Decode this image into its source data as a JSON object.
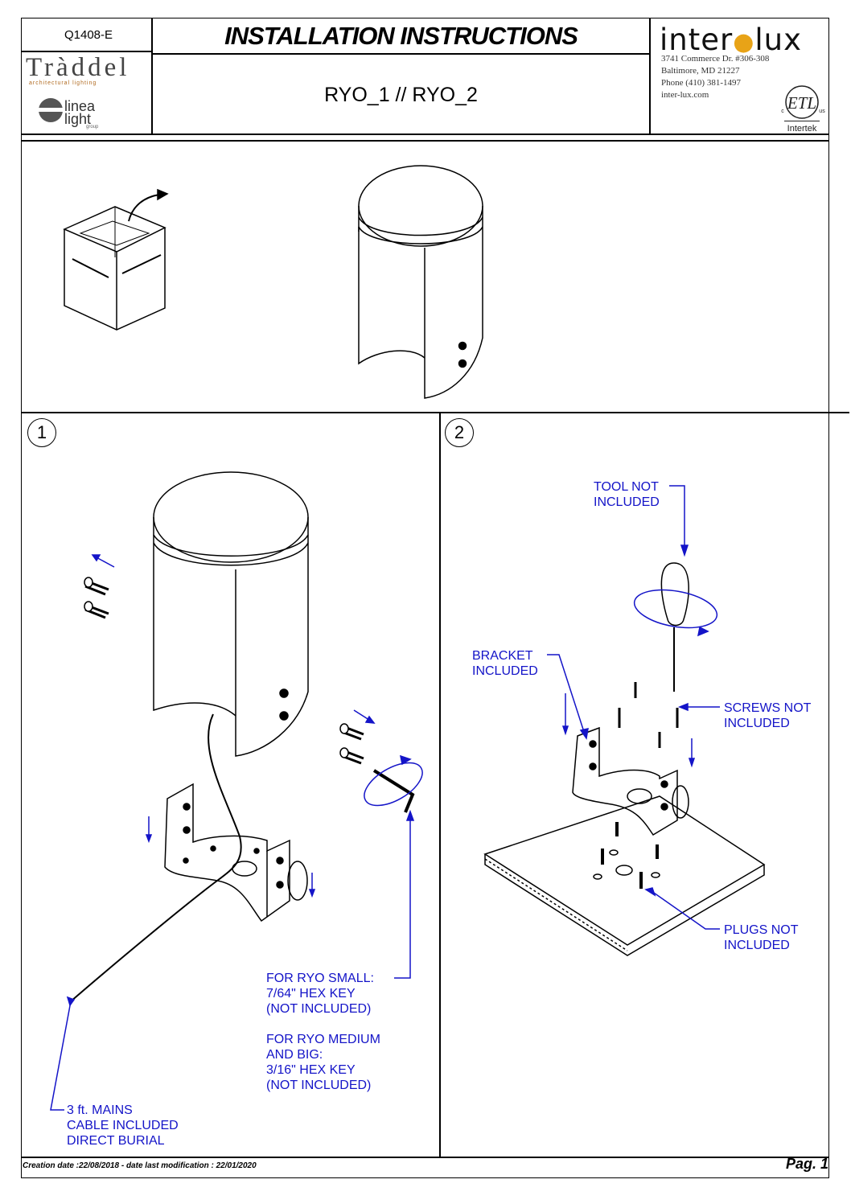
{
  "header": {
    "code": "Q1408-E",
    "title": "INSTALLATION INSTRUCTIONS",
    "model": "RYO_1 // RYO_2",
    "brand_traddel": "Tràddel",
    "brand_traddel_sub": "architectural lighting",
    "brand_linea": "linea\nlight",
    "brand_linea_group": "group",
    "brand_interlux_a": "inter",
    "brand_interlux_b": "lux",
    "address": [
      "3741 Commerce Dr. #306-308",
      "Baltimore, MD 21227",
      "Phone (410) 381-1497",
      "inter-lux.com"
    ],
    "cert_mark": "ETL",
    "cert_c": "c",
    "cert_us": "us",
    "cert_name": "Intertek"
  },
  "steps": [
    {
      "number": "1",
      "callouts": {
        "hex_small": "FOR RYO SMALL:\n7/64\" HEX KEY\n(NOT INCLUDED)",
        "hex_big": "FOR RYO MEDIUM\nAND BIG:\n3/16\" HEX KEY\n(NOT INCLUDED)",
        "cable": "3 ft. MAINS\nCABLE INCLUDED\nDIRECT BURIAL"
      }
    },
    {
      "number": "2",
      "callouts": {
        "tool": "TOOL NOT\nINCLUDED",
        "bracket": "BRACKET\nINCLUDED",
        "screws": "SCREWS NOT\nINCLUDED",
        "plugs": "PLUGS NOT\nINCLUDED"
      }
    }
  ],
  "footer": {
    "dates": "Creation date :22/08/2018 - date last modification : 22/01/2020",
    "page": "Pag. 1"
  },
  "colors": {
    "callout": "#1414c8",
    "logo_accent": "#e8a317"
  }
}
